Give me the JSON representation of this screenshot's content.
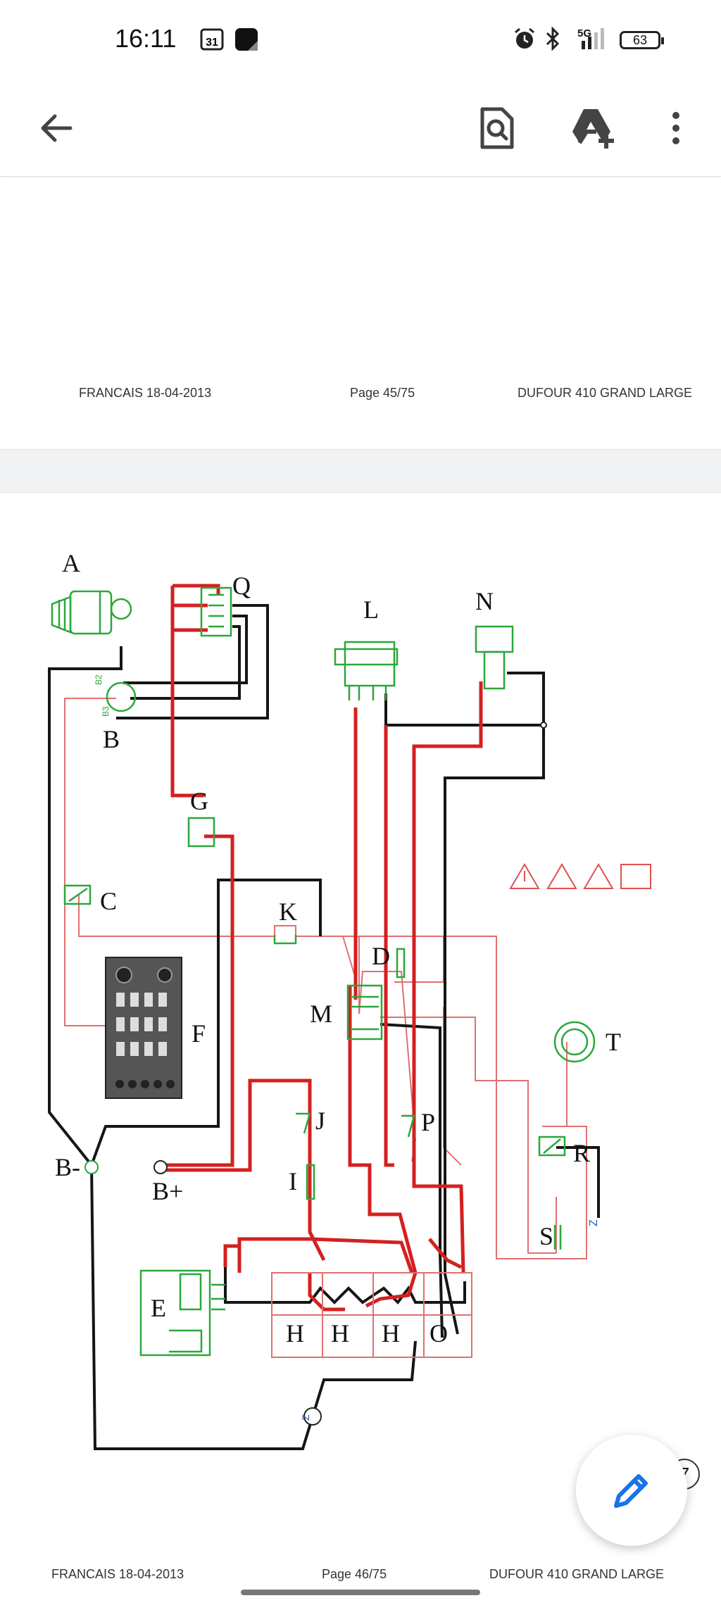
{
  "status_bar": {
    "time": "16:11",
    "calendar_day": "31",
    "network": "5G",
    "battery": "63"
  },
  "app_bar": {
    "back_icon": "arrow-left-icon",
    "search_icon": "document-search-icon",
    "drive_icon": "add-to-drive-icon",
    "menu_icon": "more-vert-icon"
  },
  "page1": {
    "footer_left": "FRANCAIS 18-04-2013",
    "footer_center": "Page 45/75",
    "footer_right": "DUFOUR 410 GRAND LARGE"
  },
  "page2": {
    "footer_left": "FRANCAIS 18-04-2013",
    "footer_center": "Page 46/75",
    "footer_right": "DUFOUR 410 GRAND LARGE",
    "diagram_labels": {
      "A": "A",
      "Q": "Q",
      "L": "L",
      "N": "N",
      "B": "B",
      "G": "G",
      "C": "C",
      "K": "K",
      "D": "D",
      "M": "M",
      "F": "F",
      "T": "T",
      "J": "J",
      "P": "P",
      "R": "R",
      "B_minus": "B-",
      "B_plus": "B+",
      "I": "I",
      "S": "S",
      "E": "E",
      "H1": "H",
      "H2": "H",
      "H3": "H",
      "O": "O",
      "B2": "B2",
      "B3": "B3",
      "Z": "Z"
    }
  },
  "page_badge": "7",
  "fab": {
    "icon": "pencil-edit-icon"
  },
  "colors": {
    "wire_red": "#d42020",
    "wire_black": "#151515",
    "component_green": "#2aa83a",
    "thin_red": "#e07070"
  }
}
